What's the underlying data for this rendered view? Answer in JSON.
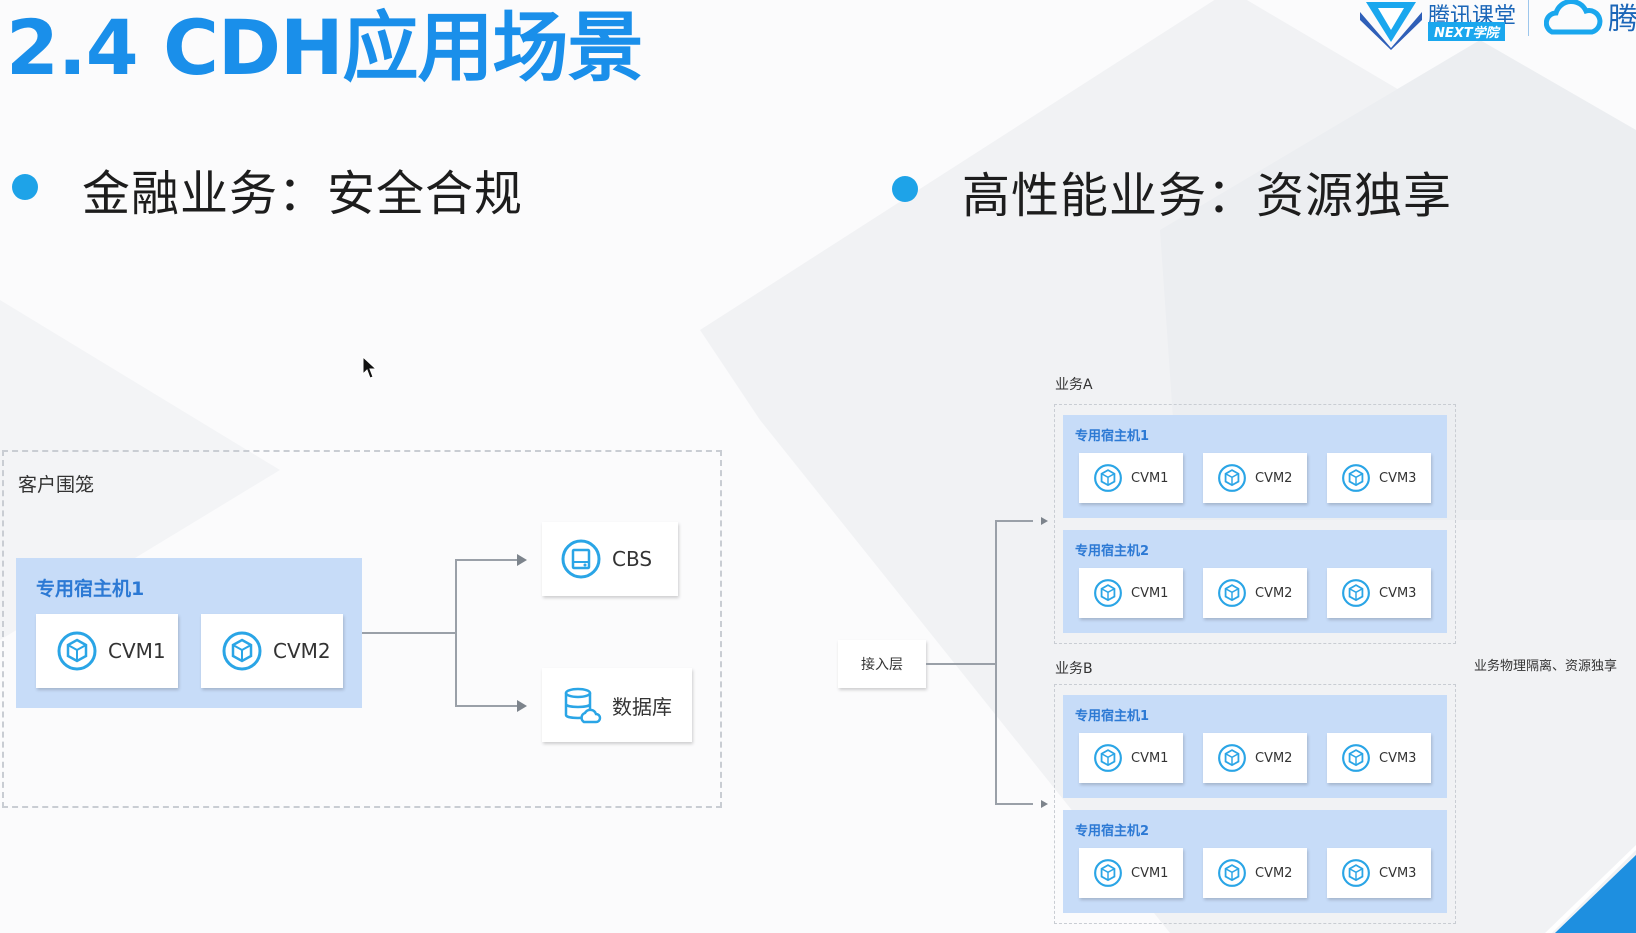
{
  "slide": {
    "title": "2.4 CDH应用场景"
  },
  "logo": {
    "brand": "腾讯课堂",
    "sub": "NEXT学院",
    "tail": "腾"
  },
  "bullets": [
    {
      "text": "金融业务：安全合规"
    },
    {
      "text": "高性能业务：资源独享"
    }
  ],
  "left_diagram": {
    "enclosure_label": "客户围笼",
    "host_title": "专用宿主机1",
    "vms": [
      "CVM1",
      "CVM2"
    ],
    "targets": [
      "CBS",
      "数据库"
    ]
  },
  "right_diagram": {
    "access_layer": "接入层",
    "note": "业务物理隔离、资源独享",
    "groups": [
      {
        "label": "业务A",
        "hosts": [
          {
            "title": "专用宿主机1",
            "vms": [
              "CVM1",
              "CVM2",
              "CVM3"
            ]
          },
          {
            "title": "专用宿主机2",
            "vms": [
              "CVM1",
              "CVM2",
              "CVM3"
            ]
          }
        ]
      },
      {
        "label": "业务B",
        "hosts": [
          {
            "title": "专用宿主机1",
            "vms": [
              "CVM1",
              "CVM2",
              "CVM3"
            ]
          },
          {
            "title": "专用宿主机2",
            "vms": [
              "CVM1",
              "CVM2",
              "CVM3"
            ]
          }
        ]
      }
    ]
  },
  "colors": {
    "title": "#1a8fea",
    "bullet": "#1ea3e8",
    "host_bg": "#c7dcf8",
    "host_title": "#2c79d4",
    "icon": "#2aa5e6"
  }
}
